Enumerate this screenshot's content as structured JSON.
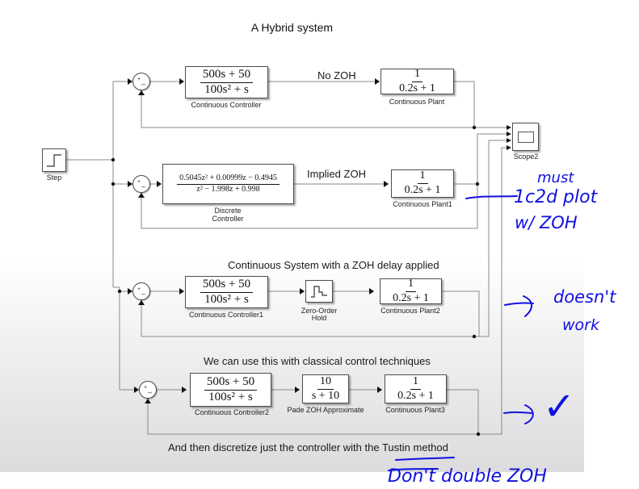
{
  "title": "A Hybrid system",
  "blocks": {
    "step": {
      "label": "Step"
    },
    "scope": {
      "label": "Scope2"
    },
    "row1": {
      "controller": {
        "num": "500s + 50",
        "den": "100s² + s",
        "label": "Continuous Controller"
      },
      "link_annotation": "No ZOH",
      "plant": {
        "num": "1",
        "den": "0.2s + 1",
        "label": "Continuous Plant"
      }
    },
    "row2": {
      "controller": {
        "num": "0.5045z² + 0.00999z − 0.4945",
        "den": "z² − 1.998z + 0.998",
        "label_line1": "Discrete",
        "label_line2": "Controller"
      },
      "link_annotation": "Implied ZOH",
      "plant": {
        "num": "1",
        "den": "0.2s + 1",
        "label": "Continuous Plant1"
      }
    },
    "row3": {
      "heading": "Continuous System with a ZOH delay applied",
      "controller": {
        "num": "500s + 50",
        "den": "100s² + s",
        "label": "Continuous Controller1"
      },
      "zoh": {
        "label_line1": "Zero-Order",
        "label_line2": "Hold"
      },
      "plant": {
        "num": "1",
        "den": "0.2s + 1",
        "label": "Continuous Plant2"
      }
    },
    "row4": {
      "heading": "We can use this with classical control techniques",
      "controller": {
        "num": "500s + 50",
        "den": "100s² + s",
        "label": "Continuous Controller2"
      },
      "pade": {
        "num": "10",
        "den": "s + 10",
        "label": "Pade ZOH Approximate"
      },
      "plant": {
        "num": "1",
        "den": "0.2s + 1",
        "label": "Continuous Plant3"
      },
      "footer": "And then discretize just the controller with the Tustin method"
    },
    "sum": {
      "plus": "+",
      "minus": "–"
    }
  },
  "handwriting": {
    "note1_line1": "must",
    "note1_line2": "1c2d plot",
    "note1_line3": "w/ ZOH",
    "note2_line1": "doesn't",
    "note2_line2": "work",
    "note3_check": "✓",
    "note4": "Don't double ZOH",
    "ink_color": "#1010e0"
  }
}
